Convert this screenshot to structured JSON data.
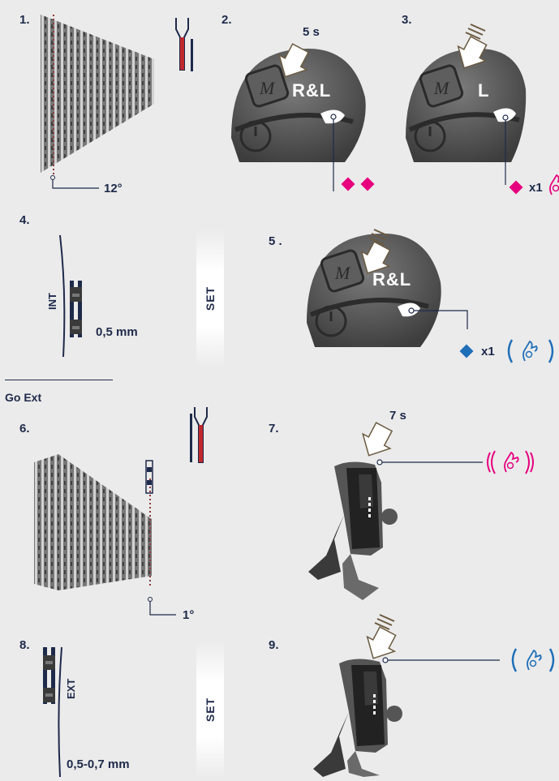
{
  "steps": [
    {
      "num": "1."
    },
    {
      "num": "2."
    },
    {
      "num": "3."
    },
    {
      "num": "4."
    },
    {
      "num": "5 ."
    },
    {
      "num": "6."
    },
    {
      "num": "7."
    },
    {
      "num": "8."
    },
    {
      "num": "9."
    }
  ],
  "step1": {
    "angle": "12°"
  },
  "step2": {
    "duration": "5 s",
    "button_label": "R&L"
  },
  "step3": {
    "button_label": "L",
    "count": "x1"
  },
  "step4": {
    "side_label": "INT",
    "distance": "0,5 mm",
    "set": "SET"
  },
  "step5": {
    "button_label": "R&L",
    "count": "x1"
  },
  "section": {
    "title": "Go Ext"
  },
  "step6": {
    "angle": "1°"
  },
  "step7": {
    "duration": "7 s"
  },
  "step8": {
    "side_label": "EXT",
    "distance": "0,5-0,7 mm",
    "set": "SET"
  },
  "colors": {
    "navy": "#1e2a4a",
    "magenta": "#e6007e",
    "blue": "#1f6fb8",
    "red": "#c0282d"
  },
  "icons": [
    "led-diamond-icon",
    "press-arrow-icon",
    "power-icon",
    "mode-m-icon",
    "vibrate-hand-icon"
  ]
}
